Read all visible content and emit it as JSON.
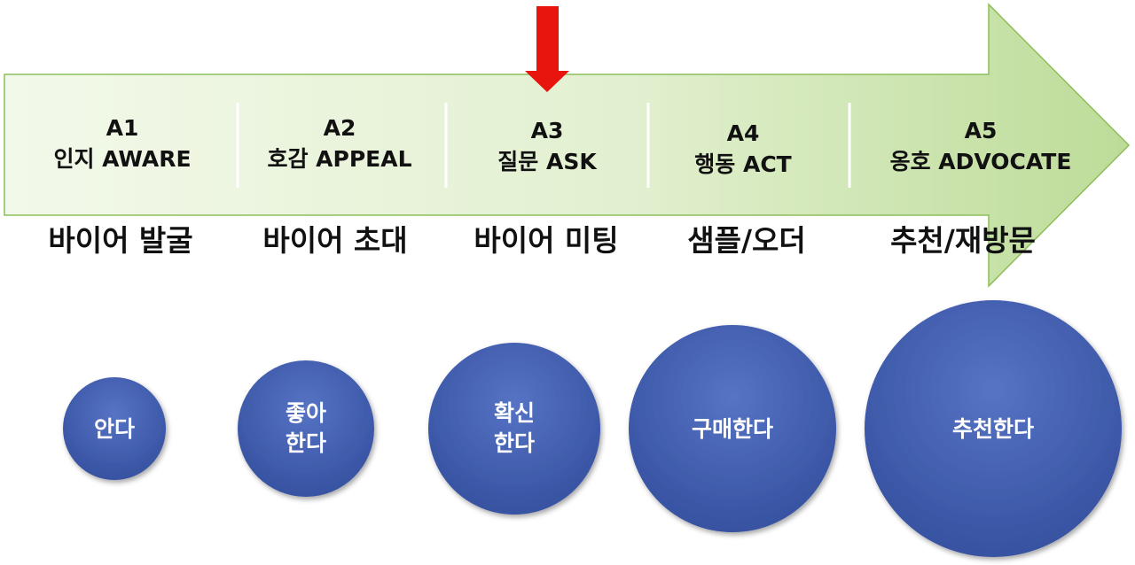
{
  "stages": [
    {
      "code": "A1",
      "name": "인지 AWARE"
    },
    {
      "code": "A2",
      "name": "호감 APPEAL"
    },
    {
      "code": "A3",
      "name": "질문 ASK"
    },
    {
      "code": "A4",
      "name": "행동 ACT"
    },
    {
      "code": "A5",
      "name": "옹호 ADVOCATE"
    }
  ],
  "activities": [
    "바이어 발굴",
    "바이어 초대",
    "바이어 미팅",
    "샘플/오더",
    "추천/재방문"
  ],
  "circles": [
    {
      "line1": "안다",
      "line2": ""
    },
    {
      "line1": "좋아",
      "line2": "한다"
    },
    {
      "line1": "확신",
      "line2": "한다"
    },
    {
      "line1": "구매한다",
      "line2": ""
    },
    {
      "line1": "추천한다",
      "line2": ""
    }
  ],
  "highlight_stage": "A3",
  "colors": {
    "arrow_fill_light": "#f1f8e7",
    "arrow_fill_dark": "#c3e0a1",
    "arrow_stroke": "#8cbf5a",
    "marker": "#e8140e",
    "circle_fill": "#3f5bab",
    "circle_text": "#ffffff"
  }
}
